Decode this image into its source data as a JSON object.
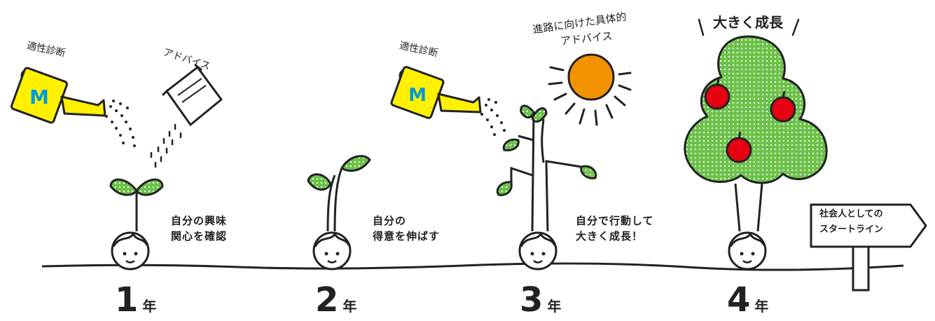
{
  "stages": [
    {
      "year_num": "1",
      "year_unit": "年",
      "caption": [
        "自分の興味",
        "関心を確認"
      ]
    },
    {
      "year_num": "2",
      "year_unit": "年",
      "caption": [
        "自分の",
        "得意を伸ばす"
      ]
    },
    {
      "year_num": "3",
      "year_unit": "年",
      "caption": [
        "自分で行動して",
        "大きく成長！"
      ]
    },
    {
      "year_num": "4",
      "year_unit": "年",
      "caption": []
    }
  ],
  "annotations": {
    "diagnosis_1": "適性診断",
    "advice_1": "アドバイス",
    "diagnosis_3": "適性診断",
    "advice_3_line1": "進路に向けた具体的",
    "advice_3_line2": "アドバイス",
    "growth_4": "大きく成長"
  },
  "can_letter": "M",
  "sign": {
    "line1": "社会人としての",
    "line2": "スタートライン"
  },
  "colors": {
    "green": "#6dc24a",
    "yellow": "#fff100",
    "blue": "#0099d9",
    "orange": "#f39200",
    "red": "#e60012",
    "ink": "#222222"
  }
}
